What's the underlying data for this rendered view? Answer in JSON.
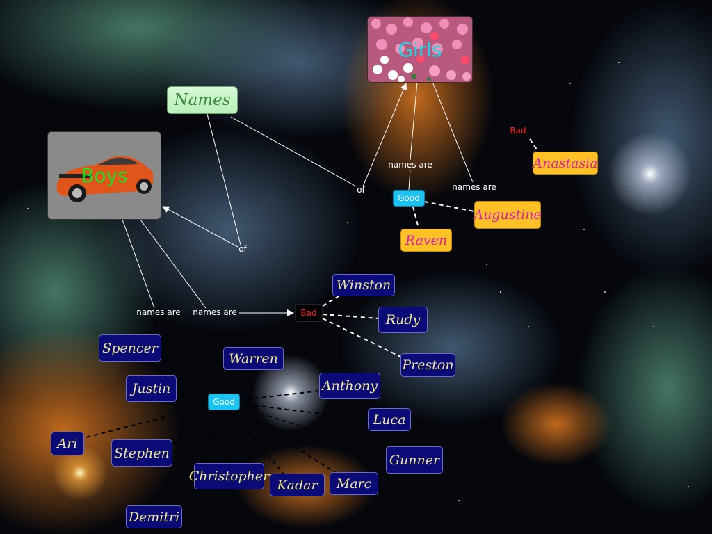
{
  "concept_map": {
    "root": {
      "label": "Names"
    },
    "boys": {
      "label": "Boys",
      "label_color": "#22dd22",
      "image_alt": "orange convertible car"
    },
    "girls": {
      "label": "Girls",
      "label_color": "#19d6e6",
      "image_alt": "pink and white flowers"
    },
    "link_labels": {
      "of_boys": "of",
      "of_girls": "of",
      "boys_names_are_good": "names are",
      "boys_names_are_bad": "names are",
      "girls_names_are_good": "names are",
      "girls_names_are_bad": "names are"
    },
    "boys_good": {
      "label": "Good",
      "names": [
        "Spencer",
        "Justin",
        "Warren",
        "Anthony",
        "Luca",
        "Gunner",
        "Marc",
        "Kadar",
        "Christopher",
        "Stephen",
        "Ari",
        "Demitri"
      ]
    },
    "boys_bad": {
      "label": "Bad",
      "names": [
        "Winston",
        "Rudy",
        "Preston"
      ]
    },
    "girls_good": {
      "label": "Good",
      "names": [
        "Augustine",
        "Raven"
      ]
    },
    "girls_bad": {
      "label": "Bad",
      "names": [
        "Anastasia"
      ]
    },
    "colors": {
      "boy_name_bg": "#0b0b78",
      "boy_name_text": "#f0e68c",
      "girl_name_bg": "#ffc125",
      "girl_name_text": "#e01cb0",
      "good_bg": "#19c3f2",
      "bad_text": "#ff2020",
      "link_line": "#ffffff"
    }
  }
}
